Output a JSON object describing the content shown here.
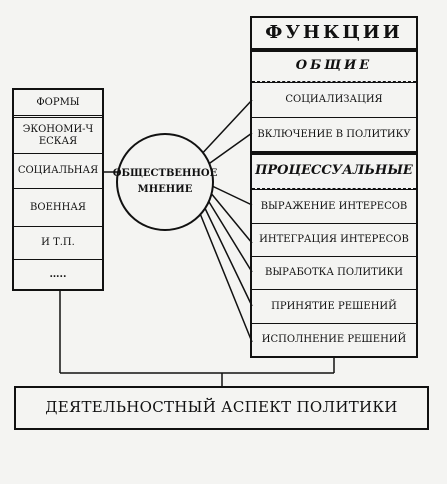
{
  "left_column": {
    "title": "ФОРМЫ",
    "items": [
      "ЭКОНОМИ-ЧЕСКАЯ",
      "СОЦИАЛЬНАЯ",
      "ВОЕННАЯ",
      "И Т.П.",
      "….."
    ]
  },
  "center_node": {
    "label": "ОБЩЕСТВЕННОЕ МНЕНИЕ"
  },
  "right_column": {
    "title": "ФУНКЦИИ",
    "general_heading": "ОБЩИЕ",
    "general_items": [
      "СОЦИАЛИЗАЦИЯ",
      "ВКЛЮЧЕНИЕ В ПОЛИТИКУ"
    ],
    "process_heading": "ПРОЦЕССУАЛЬНЫЕ",
    "process_items": [
      "ВЫРАЖЕНИЕ ИНТЕРЕСОВ",
      "ИНТЕГРАЦИЯ ИНТЕРЕСОВ",
      "ВЫРАБОТКА ПОЛИТИКИ",
      "ПРИНЯТИЕ РЕШЕНИЙ",
      "ИСПОЛНЕНИЕ РЕШЕНИЙ"
    ]
  },
  "bottom_box": {
    "label": "ДЕЯТЕЛЬНОСТНЫЙ АСПЕКТ ПОЛИТИКИ"
  }
}
